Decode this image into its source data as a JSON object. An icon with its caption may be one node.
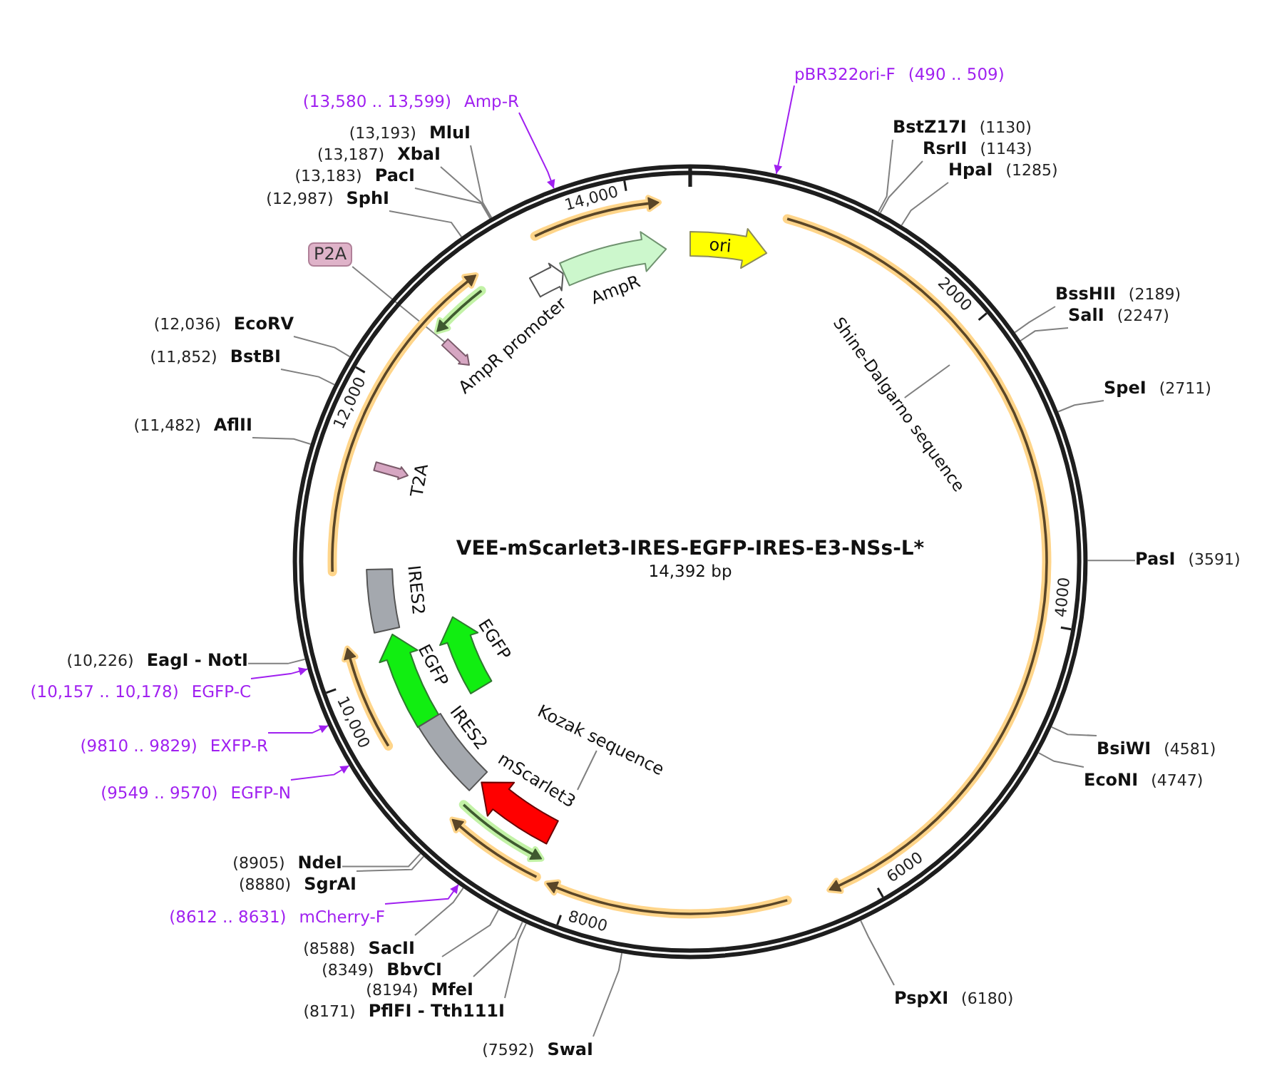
{
  "diagram": {
    "nodes": [
      {
        "text": [
          "VEE-mScarlet3-IRES-EGFP-IRES-E3-NSs-L*",
          "14,392 bp"
        ]
      },
      {
        "text": [
          "ori"
        ],
        "in": 0
      },
      {
        "text": [],
        "shape": "arrow",
        "beside": [
          "AmpR promoter"
        ],
        "in": 0
      },
      {
        "text": [],
        "shape": "arrow",
        "beside": [
          "AmpR"
        ],
        "in": 0
      },
      {
        "text": [],
        "shape": "arrow",
        "in": 0
      },
      {
        "text": [
          "Shine-Dalgarno sequence"
        ],
        "in": 0
      },
      {
        "text": [],
        "shape": "arrow",
        "beside": [
          "T2A"
        ],
        "in": 0
      },
      {
        "text": [],
        "shape": "box",
        "beside": [
          "IRES2"
        ],
        "in": 0
      },
      {
        "text": [],
        "shape": "arrow",
        "beside": [
          "EGFP"
        ],
        "in": 0
      },
      {
        "text": [],
        "shape": "arrow",
        "beside": [
          "EGFP"
        ],
        "in": 0
      },
      {
        "text": [],
        "shape": "box",
        "beside": [
          "IRES2"
        ],
        "in": 0
      },
      {
        "text": [
          "Kozak sequence"
        ],
        "in": 0
      },
      {
        "text": [],
        "shape": "arrow",
        "beside": [
          "mScarlet3"
        ],
        "in": 0
      },
      {
        "text": [
          "pBR322ori-F",
          "(490 .. 509)"
        ]
      },
      {
        "text": [
          "(13,580 .. 13,599)",
          "Amp-R"
        ]
      },
      {
        "text": [
          "BstZ17I",
          "(1130)"
        ]
      },
      {
        "text": [
          "(13,193)",
          "MluI"
        ]
      },
      {
        "text": [
          "RsrII",
          "(1143)"
        ]
      },
      {
        "text": [
          "(13,187)",
          "XbaI"
        ]
      },
      {
        "text": [
          "HpaI",
          "(1285)"
        ]
      },
      {
        "text": [
          "(13,183)",
          "PacI"
        ]
      },
      {
        "text": [
          "(12,987)",
          "SphI"
        ]
      },
      {
        "text": [
          "P2A"
        ]
      },
      {
        "text": [
          "BssHII",
          "(2189)"
        ]
      },
      {
        "text": [
          "SalI",
          "(2247)"
        ]
      },
      {
        "text": [
          "(12,036)",
          "EcoRV"
        ]
      },
      {
        "text": [
          "(11,852)",
          "BstBI"
        ]
      },
      {
        "text": [
          "SpeI",
          "(2711)"
        ]
      },
      {
        "text": [
          "(11,482)",
          "AflII"
        ]
      },
      {
        "text": [
          "PasI",
          "(3591)"
        ]
      },
      {
        "text": [
          "(10,226)",
          "EagI - NotI"
        ]
      },
      {
        "text": [
          "(10,157 .. 10,178)",
          "EGFP-C"
        ]
      },
      {
        "text": [
          "(9810 .. 9829)",
          "EXFP-R"
        ]
      },
      {
        "text": [
          "BsiWI",
          "(4581)"
        ]
      },
      {
        "text": [
          "EcoNI",
          "(4747)"
        ]
      },
      {
        "text": [
          "(9549 .. 9570)",
          "EGFP-N"
        ]
      },
      {
        "text": [
          "(8905)",
          "NdeI"
        ]
      },
      {
        "text": [
          "(8880)",
          "SgrAI"
        ]
      },
      {
        "text": [
          "(8612 .. 8631)",
          "mCherry-F"
        ]
      },
      {
        "text": [
          "(8588)",
          "SacII"
        ]
      },
      {
        "text": [
          "(8349)",
          "BbvCI"
        ]
      },
      {
        "text": [
          "(8194)",
          "MfeI"
        ]
      },
      {
        "text": [
          "PspXI",
          "(6180)"
        ]
      },
      {
        "text": [
          "(8171)",
          "PflFI - Tth111I"
        ]
      },
      {
        "text": [
          "(7592)",
          "SwaI"
        ]
      },
      {
        "text": [],
        "shape": "arrow",
        "in": 0
      },
      {
        "text": [],
        "shape": "arrow",
        "in": 0
      }
    ],
    "edges": [
      {
        "from": 5,
        "to": null,
        "arrow": "none"
      },
      {
        "from": 11,
        "to": 12,
        "arrow": "none"
      },
      {
        "from": 13,
        "to": 0,
        "arrow": "to",
        "color": "#a020f0"
      },
      {
        "from": 14,
        "to": 0,
        "arrow": "to",
        "color": "#a020f0"
      },
      {
        "from": 15,
        "to": 0,
        "arrow": "none"
      },
      {
        "from": 16,
        "to": 0,
        "arrow": "none"
      },
      {
        "from": 17,
        "to": 0,
        "arrow": "none"
      },
      {
        "from": 18,
        "to": 0,
        "arrow": "none"
      },
      {
        "from": 19,
        "to": 0,
        "arrow": "none"
      },
      {
        "from": 20,
        "to": 0,
        "arrow": "none"
      },
      {
        "from": 21,
        "to": 0,
        "arrow": "none"
      },
      {
        "from": 22,
        "to": 4,
        "arrow": "none"
      },
      {
        "from": 23,
        "to": 0,
        "arrow": "none"
      },
      {
        "from": 24,
        "to": 0,
        "arrow": "none"
      },
      {
        "from": 25,
        "to": 0,
        "arrow": "none"
      },
      {
        "from": 26,
        "to": 0,
        "arrow": "none"
      },
      {
        "from": 27,
        "to": 0,
        "arrow": "none"
      },
      {
        "from": 28,
        "to": 0,
        "arrow": "none"
      },
      {
        "from": 29,
        "to": 0,
        "arrow": "none"
      },
      {
        "from": 30,
        "to": 0,
        "arrow": "none"
      },
      {
        "from": 31,
        "to": 0,
        "arrow": "to",
        "color": "#a020f0"
      },
      {
        "from": 32,
        "to": 0,
        "arrow": "to",
        "color": "#a020f0"
      },
      {
        "from": 33,
        "to": 0,
        "arrow": "none"
      },
      {
        "from": 34,
        "to": 0,
        "arrow": "none"
      },
      {
        "from": 35,
        "to": 0,
        "arrow": "to",
        "color": "#a020f0"
      },
      {
        "from": 36,
        "to": 0,
        "arrow": "none"
      },
      {
        "from": 37,
        "to": 0,
        "arrow": "none"
      },
      {
        "from": 38,
        "to": 0,
        "arrow": "to",
        "color": "#a020f0"
      },
      {
        "from": 39,
        "to": 0,
        "arrow": "none"
      },
      {
        "from": 40,
        "to": 0,
        "arrow": "none"
      },
      {
        "from": 41,
        "to": 0,
        "arrow": "none"
      },
      {
        "from": 42,
        "to": 0,
        "arrow": "none"
      },
      {
        "from": 43,
        "to": 0,
        "arrow": "none"
      },
      {
        "from": 44,
        "to": 0,
        "arrow": "none"
      }
    ],
    "labels": [
      "14,000",
      "2000",
      "12,000",
      "4000",
      "10,000",
      "6000",
      "8000"
    ]
  }
}
